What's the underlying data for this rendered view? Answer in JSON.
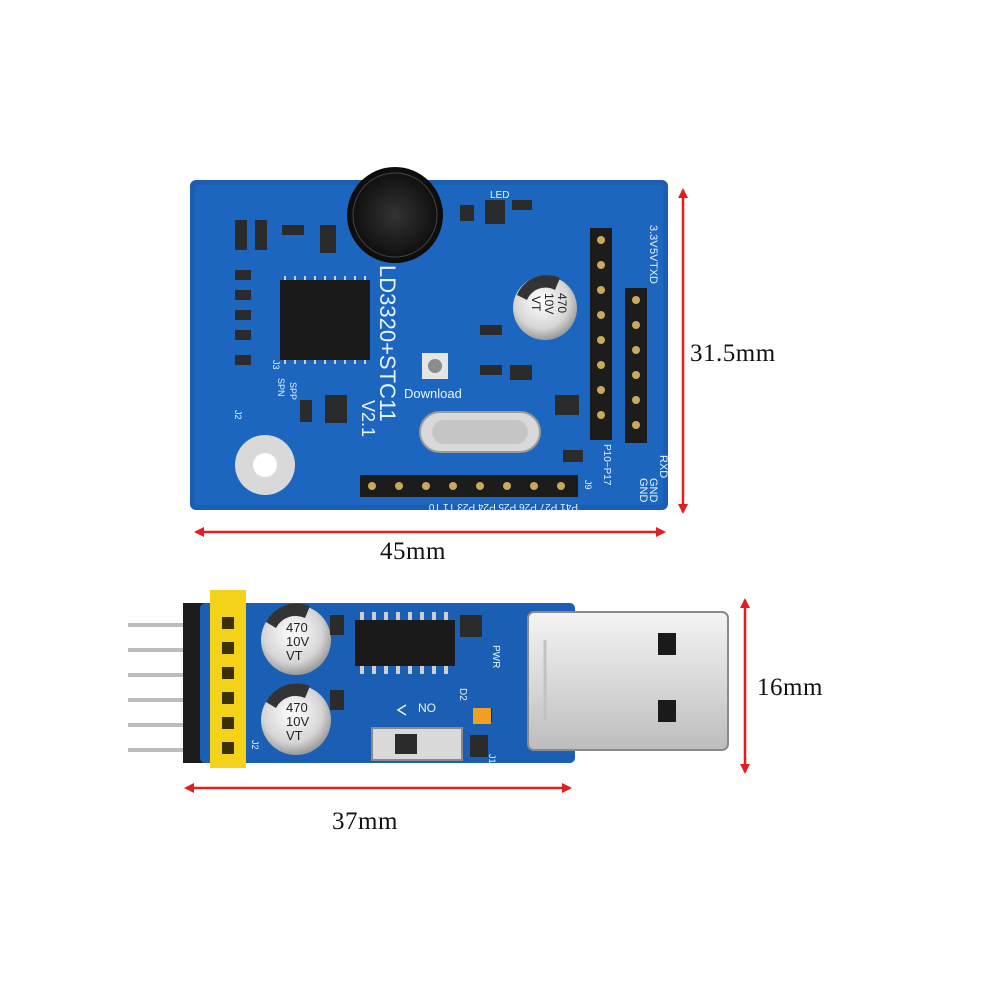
{
  "dimensions": {
    "big_height": "31.5mm",
    "big_width": "45mm",
    "small_height": "16mm",
    "small_width": "37mm"
  },
  "big_board": {
    "title_line1": "LD3320+STC11",
    "title_line2": "V2.1",
    "download_label": "Download",
    "led_label": "LED",
    "cap_value": "470",
    "cap_voltage": "10V",
    "cap_series": "VT",
    "right_header_labels": [
      "3.3V",
      "5V",
      "TXD",
      "RXD",
      "GND",
      "GND"
    ],
    "bottom_header_label": "P10~P17",
    "bottom_pins_label": "P41 P27 P26 P25 P24 P23 T1 T0",
    "header_j9": "J9",
    "spk_labels": [
      "SPN",
      "SPP"
    ],
    "connector_j3": "J3",
    "connector_j2": "J2"
  },
  "small_board": {
    "cap_top": {
      "value": "470",
      "voltage": "10V",
      "series": "VT"
    },
    "cap_bottom": {
      "value": "470",
      "voltage": "10V",
      "series": "VT"
    },
    "switch_label": "NO",
    "pwr_label": "PWR",
    "d2_label": "D2",
    "j1_label": "J1",
    "j2_label": "J2"
  },
  "colors": {
    "pcb_blue": "#1a5fb4",
    "pcb_dark": "#0f4a93",
    "arrow_red": "#e02020",
    "header_yellow": "#f5d21a"
  }
}
